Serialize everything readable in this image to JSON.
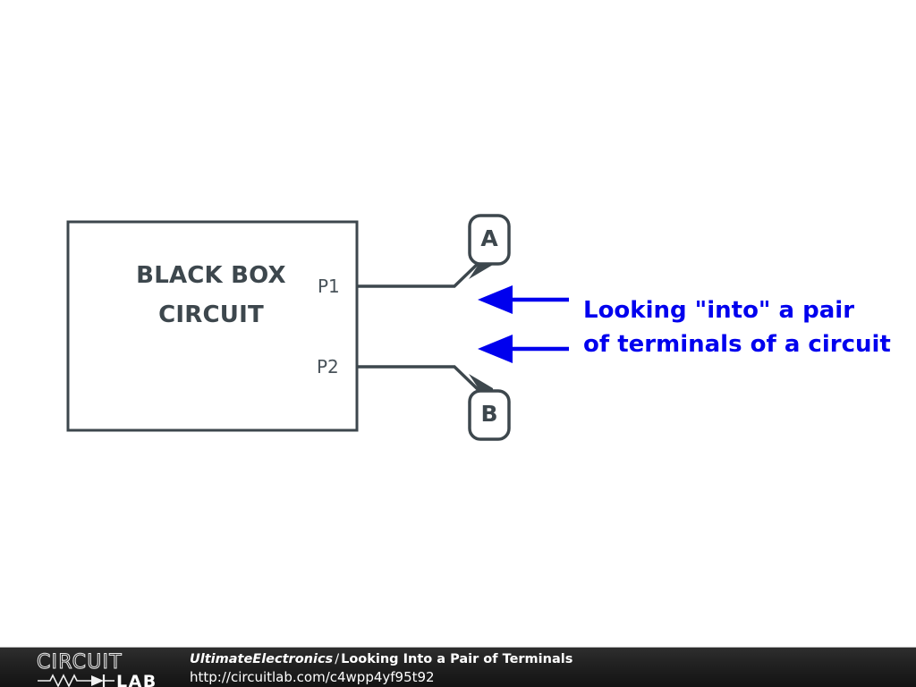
{
  "diagram": {
    "black_box": {
      "line1": "BLACK BOX",
      "line2": "CIRCUIT"
    },
    "ports": [
      {
        "name": "port-p1",
        "label": "P1"
      },
      {
        "name": "port-p2",
        "label": "P2"
      }
    ],
    "terminals": [
      {
        "name": "terminal-a",
        "label": "A"
      },
      {
        "name": "terminal-b",
        "label": "B"
      }
    ],
    "annotation": {
      "line1": "Looking \"into\" a pair",
      "line2": "of terminals of a circuit",
      "color": "#0000ee",
      "arrows": 2
    },
    "colors": {
      "stroke": "#3d474d",
      "port_label": "#49535a",
      "annotation": "#0000ee",
      "background": "#ffffff"
    }
  },
  "footer": {
    "logo": {
      "top_word": "CIRCUIT",
      "bottom_word": "LAB"
    },
    "brand": "UltimateElectronics",
    "separator": "/",
    "article_title": "Looking Into a Pair of Terminals",
    "url": "http://circuitlab.com/c4wpp4yf95t92",
    "background_top": "#2e2e2e",
    "background_bottom": "#131313"
  }
}
